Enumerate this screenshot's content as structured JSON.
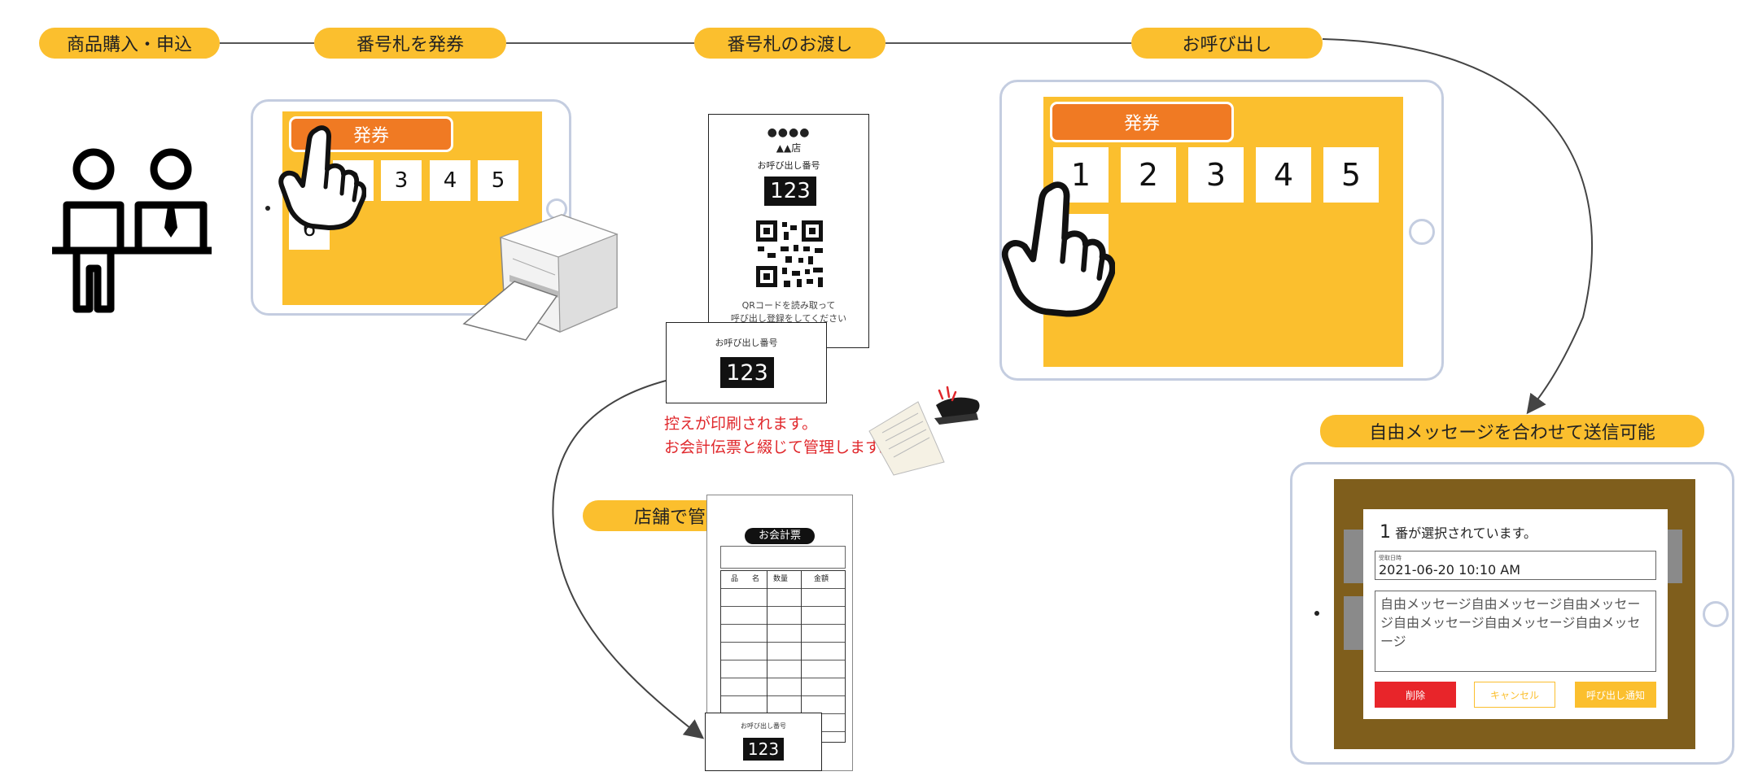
{
  "steps": [
    "商品購入・申込",
    "番号札を発券",
    "番号札のお渡し",
    "お呼び出し"
  ],
  "tablet_small": {
    "issue_label": "発券",
    "numbers": [
      "2",
      "3",
      "4",
      "5"
    ],
    "partial_number": "6"
  },
  "ticket": {
    "store_dots": "●●●●",
    "store_name": "▲▲店",
    "call_label": "お呼び出し番号",
    "number": "123",
    "qr_text_1": "QRコードを読み取って",
    "qr_text_2": "呼び出し登録をしてください"
  },
  "stub": {
    "call_label": "お呼び出し番号",
    "number": "123"
  },
  "stub_note": [
    "控えが印刷されます。",
    "お会計伝票と綴じて管理します。"
  ],
  "store_label": "店舗で管理",
  "slip": {
    "title": "お会計票",
    "headers": [
      "品",
      "名",
      "数量",
      "金額"
    ],
    "attached_label": "お呼び出し番号",
    "attached_number": "123"
  },
  "tablet_large": {
    "issue_label": "発券",
    "numbers": [
      "1",
      "2",
      "3",
      "4",
      "5"
    ]
  },
  "free_message_label": "自由メッセージを合わせて送信可能",
  "dialog": {
    "number": "1",
    "selected_text": "番が選択されています。",
    "date_label": "受取日時",
    "date_value": "2021-06-20 10:10 AM",
    "message": "自由メッセージ自由メッセージ自由メッセージ自由メッセージ自由メッセージ自由メッセージ",
    "delete_label": "削除",
    "cancel_label": "キャンセル",
    "notify_label": "呼び出し通知"
  },
  "colors": {
    "accent": "#fbbf2e",
    "issue": "#f07a23",
    "red": "#e0282c",
    "brown": "#7f5e1c",
    "tablet_border": "#c4cde0"
  },
  "icons": [
    "people-icon",
    "pointing-hand-icon",
    "printer-icon",
    "qr-code-icon",
    "stapler-icon"
  ]
}
